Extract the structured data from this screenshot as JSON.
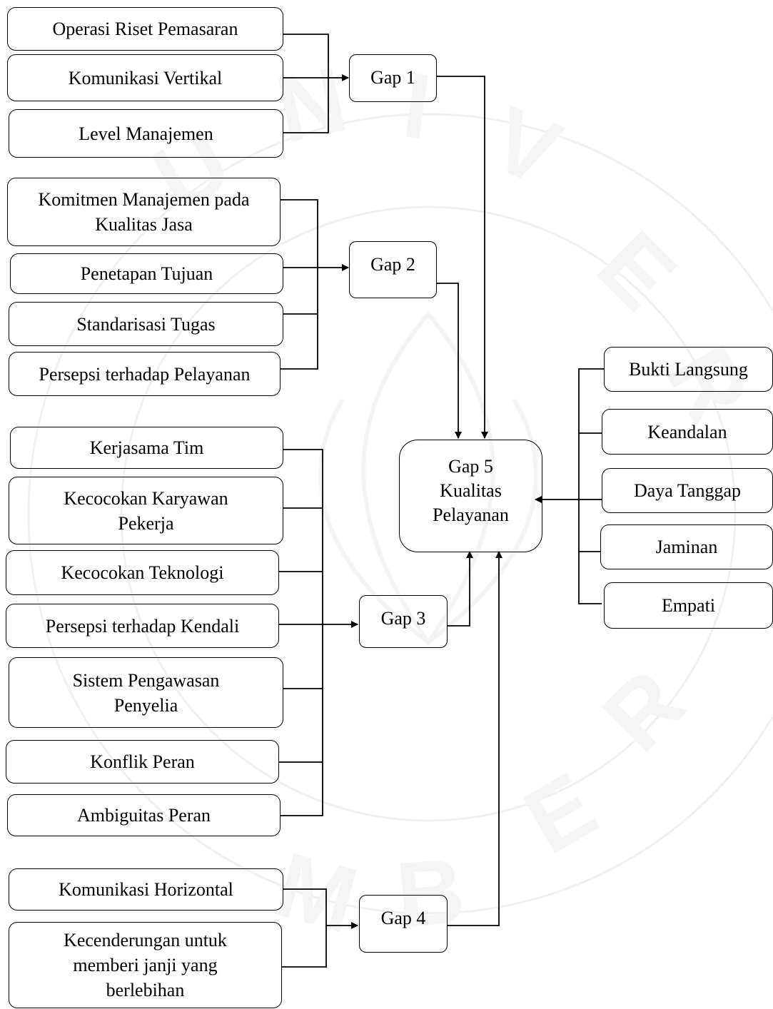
{
  "gap1": {
    "label": "Gap 1",
    "factors": [
      "Operasi Riset Pemasaran",
      "Komunikasi Vertikal",
      "Level Manajemen"
    ]
  },
  "gap2": {
    "label": "Gap 2",
    "factors": [
      "Komitmen Manajemen pada\nKualitas Jasa",
      "Penetapan Tujuan",
      "Standarisasi Tugas",
      "Persepsi terhadap Pelayanan"
    ]
  },
  "gap3": {
    "label": "Gap 3",
    "factors": [
      "Kerjasama Tim",
      "Kecocokan Karyawan\nPekerja",
      "Kecocokan Teknologi",
      "Persepsi terhadap Kendali",
      "Sistem Pengawasan\nPenyelia",
      "Konflik Peran",
      "Ambiguitas Peran"
    ]
  },
  "gap4": {
    "label": "Gap 4",
    "factors": [
      "Komunikasi Horizontal",
      "Kecenderungan untuk\nmemberi janji yang\nberlebihan"
    ]
  },
  "gap5": {
    "label": "Gap 5\nKualitas\nPelayanan"
  },
  "dimensions": [
    "Bukti Langsung",
    "Keandalan",
    "Daya Tanggap",
    "Jaminan",
    "Empati"
  ],
  "colors": {
    "line": "#000000",
    "watermark": "#c9c9c9"
  }
}
